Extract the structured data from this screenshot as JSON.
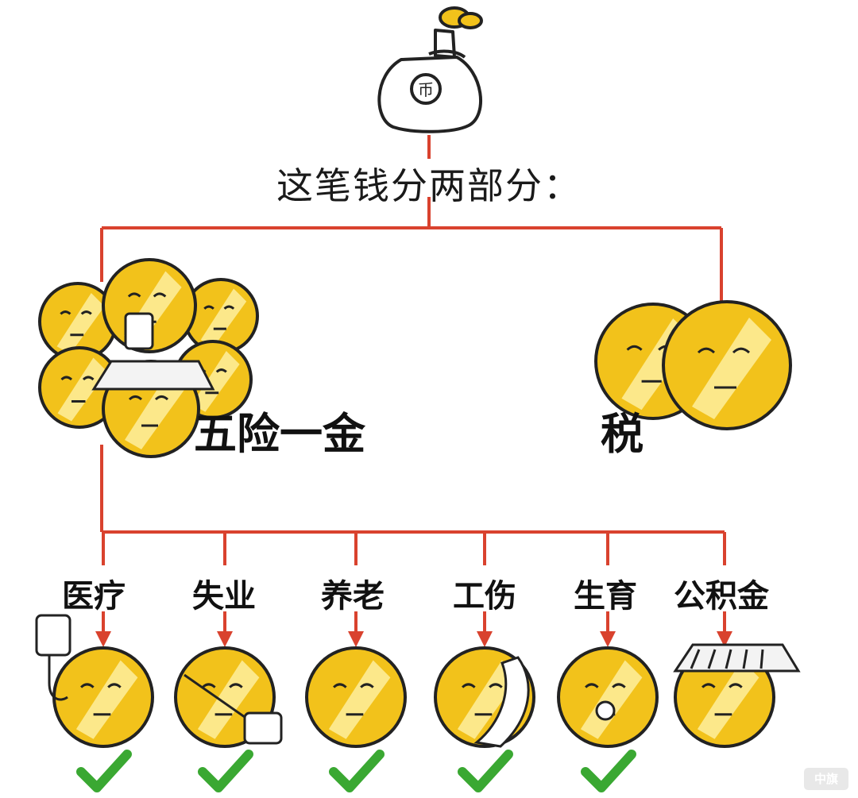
{
  "title": "这笔钱分两部分：",
  "branches": {
    "left_label": "五险一金",
    "right_label": "税"
  },
  "sub_items": [
    {
      "label": "医疗",
      "checked": true
    },
    {
      "label": "失业",
      "checked": true
    },
    {
      "label": "养老",
      "checked": true
    },
    {
      "label": "工伤",
      "checked": true
    },
    {
      "label": "生育",
      "checked": true
    },
    {
      "label": "公积金",
      "checked": false
    }
  ],
  "watermark": "中旗",
  "colors": {
    "line": "#d9422e",
    "coin": "#f2c21b",
    "coin_outline": "#222222",
    "check": "#3aa832",
    "text": "#111111"
  },
  "icons": [
    "money-bag-icon",
    "coin-face-icon",
    "iv-drip-icon",
    "bandage-icon",
    "pacifier-icon",
    "book-roof-icon",
    "checkmark-icon"
  ]
}
